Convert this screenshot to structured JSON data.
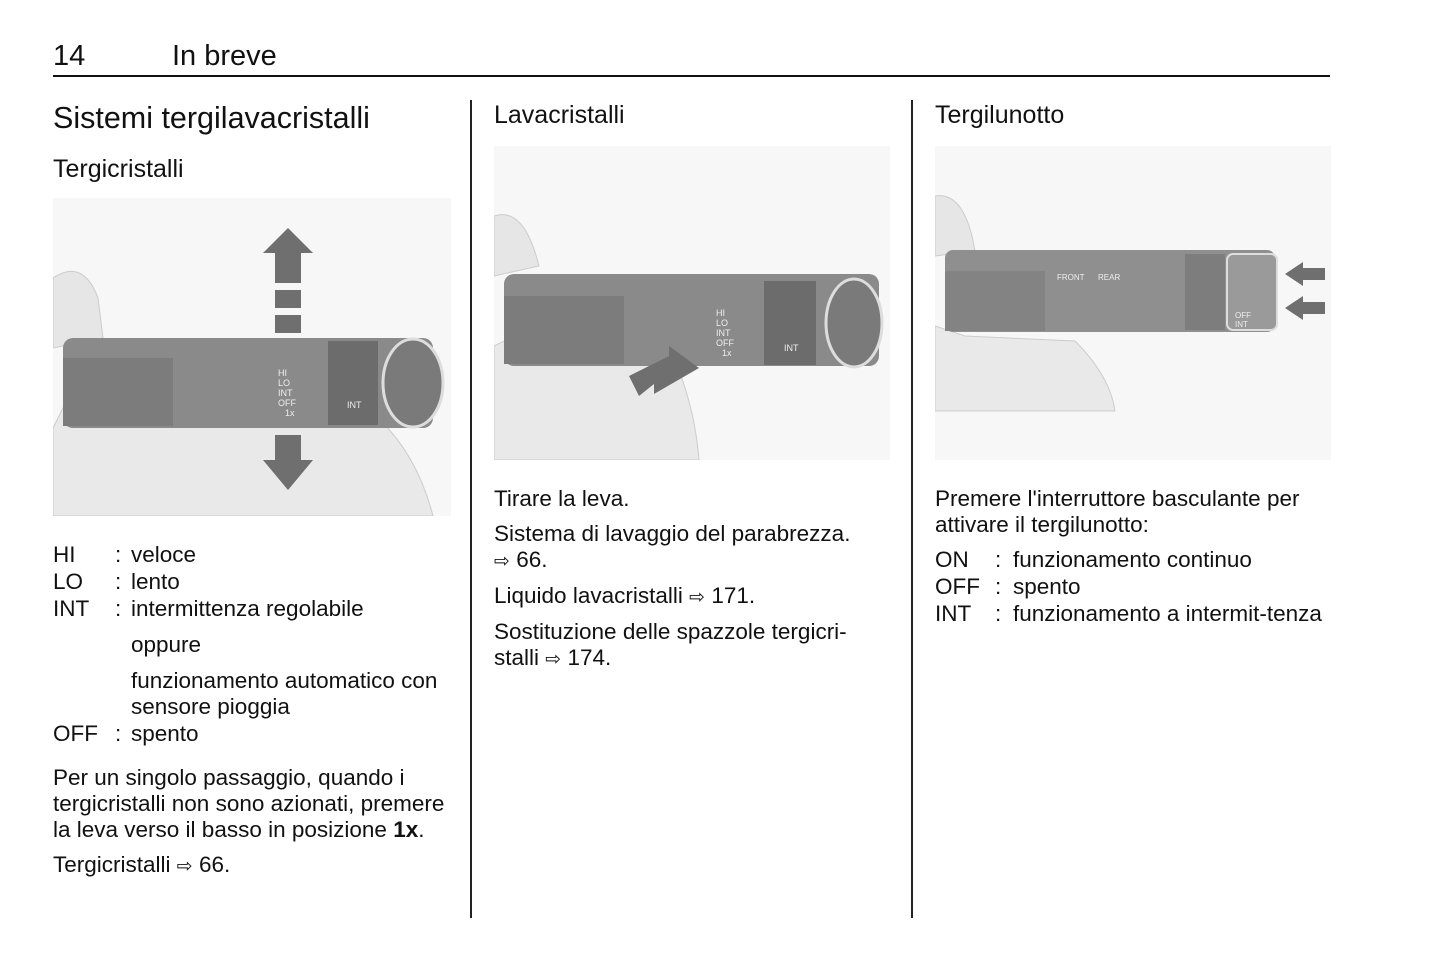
{
  "header": {
    "page_number": "14",
    "section": "In breve"
  },
  "col1": {
    "title": "Sistemi tergilavacristalli",
    "subtitle": "Tergicristalli",
    "figure_labels": {
      "hi": "HI",
      "lo": "LO",
      "int": "INT",
      "off": "OFF",
      "once": "1x",
      "ring_int": "INT"
    },
    "defs": [
      {
        "term": "HI",
        "sep": ":",
        "desc": "veloce"
      },
      {
        "term": "LO",
        "sep": ":",
        "desc": "lento"
      },
      {
        "term": "INT",
        "sep": ":",
        "desc": "intermittenza regolabile",
        "extra1": "oppure",
        "extra2": "funzionamento automatico con sensore pioggia"
      },
      {
        "term": "OFF",
        "sep": ":",
        "desc": "spento"
      }
    ],
    "para_pre": "Per un singolo passaggio, quando i tergicristalli non sono azionati, premere la leva verso il basso in posizione ",
    "para_bold": "1x",
    "para_post": ".",
    "ref_text": "Tergicristalli",
    "ref_arrow": "⇨",
    "ref_page": "66."
  },
  "col2": {
    "title": "Lavacristalli",
    "figure_labels": {
      "hi": "HI",
      "lo": "LO",
      "int": "INT",
      "off": "OFF",
      "once": "1x",
      "ring_int": "INT"
    },
    "p1": "Tirare la leva.",
    "p2": "Sistema di lavaggio del parabrezza.",
    "p2_arrow": "⇨",
    "p2_page": "66.",
    "p3": "Liquido lavacristalli",
    "p3_arrow": "⇨",
    "p3_page": "171.",
    "p4": "Sostituzione delle spazzole tergicri-stalli",
    "p4_arrow": "⇨",
    "p4_page": "174."
  },
  "col3": {
    "title": "Tergilunotto",
    "figure_labels": {
      "front": "FRONT",
      "rear": "REAR",
      "off": "OFF",
      "int": "INT"
    },
    "intro": "Premere l'interruttore basculante per attivare il tergilunotto:",
    "defs": [
      {
        "term": "ON",
        "sep": ":",
        "desc": "funzionamento continuo"
      },
      {
        "term": "OFF",
        "sep": ":",
        "desc": "spento"
      },
      {
        "term": "INT",
        "sep": ":",
        "desc": "funzionamento a intermit-tenza"
      }
    ]
  },
  "colors": {
    "lever": "#8a8a8a",
    "arrow": "#6f6f6f",
    "background": "#f7f7f7"
  }
}
